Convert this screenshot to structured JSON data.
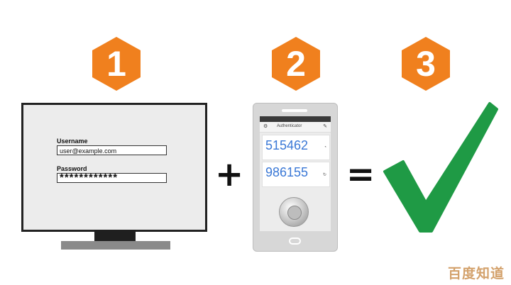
{
  "steps": {
    "one": "1",
    "two": "2",
    "three": "3"
  },
  "login": {
    "username_label": "Username",
    "username_value": "user@example.com",
    "password_label": "Password",
    "password_value": "************"
  },
  "operators": {
    "plus": "+",
    "equals": "="
  },
  "authenticator": {
    "title": "Authenticator",
    "codes": [
      {
        "code": "515462"
      },
      {
        "code": "986155"
      }
    ]
  },
  "watermark": "百度知道",
  "colors": {
    "badge": "#f0801e",
    "check": "#1f9a45",
    "code": "#3a78d6"
  },
  "icons": {
    "success": "checkmark-icon",
    "settings": "gear-icon",
    "edit": "pencil-icon",
    "timer": "timer-icon"
  }
}
